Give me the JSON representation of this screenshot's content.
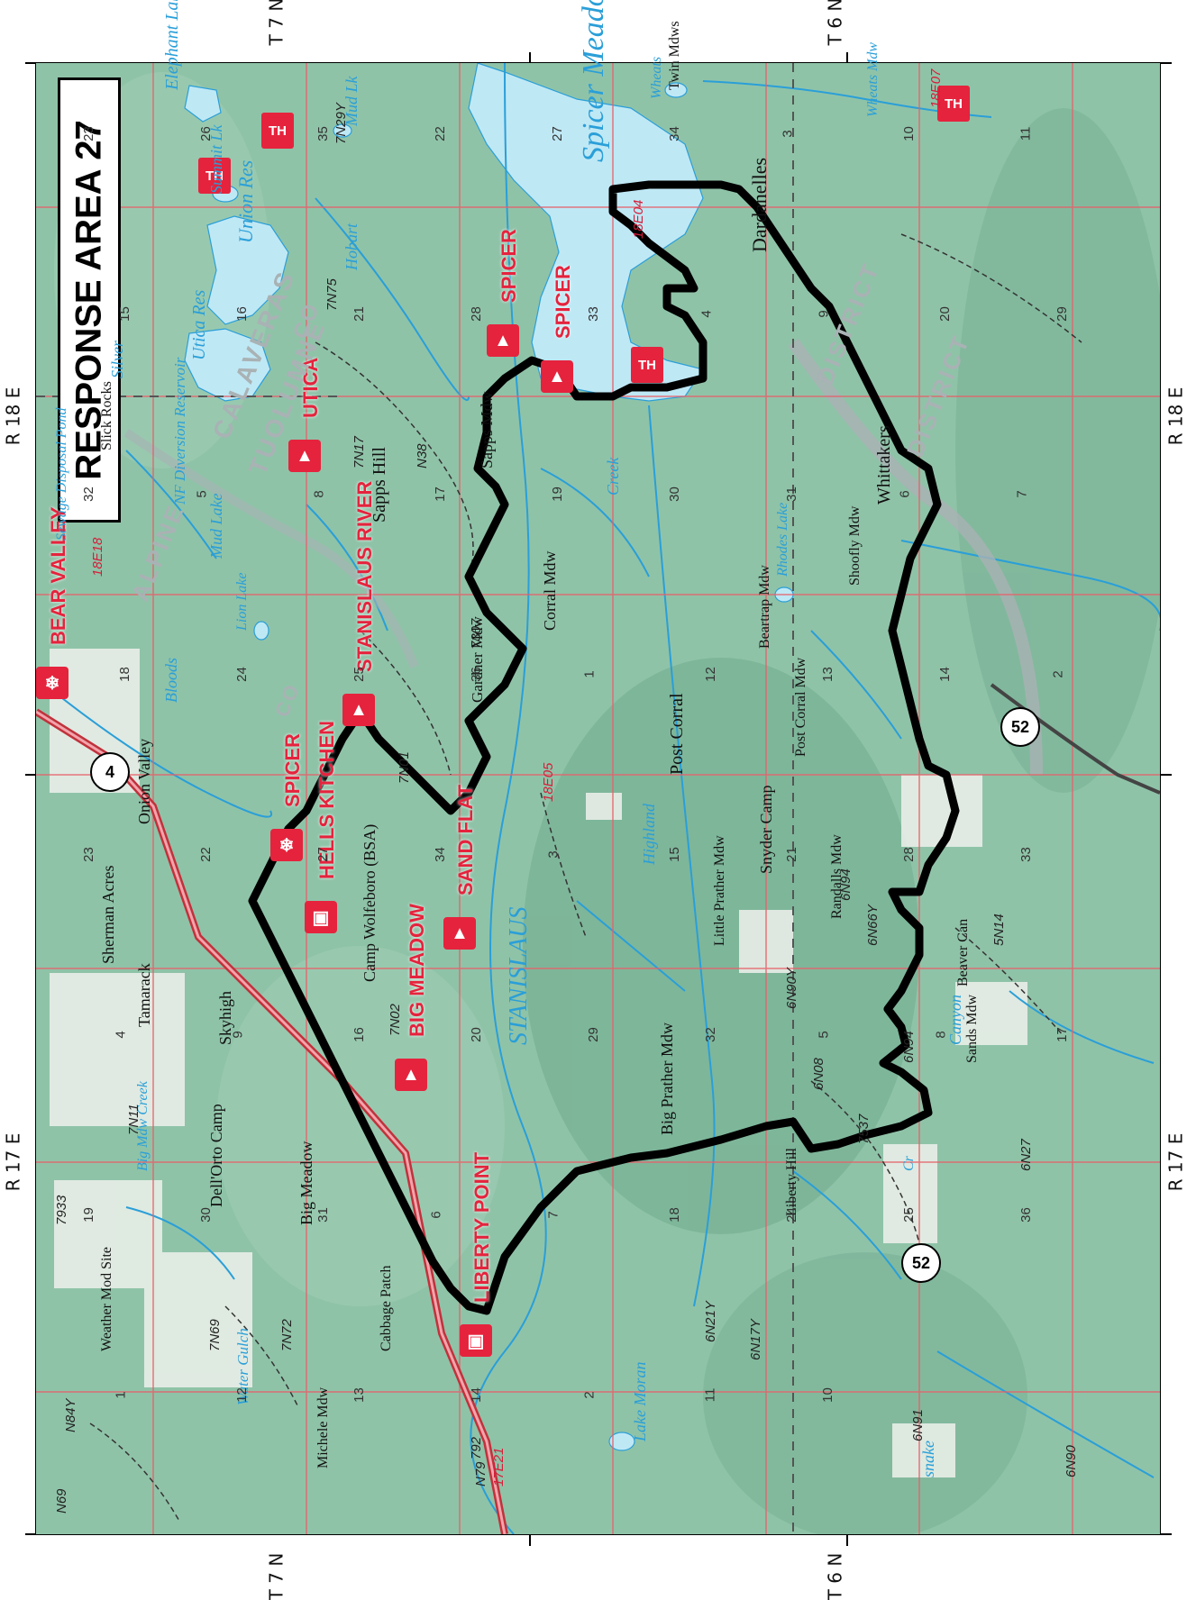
{
  "title": "RESPONSE AREA 27",
  "grid": {
    "top_left": "T 7 N",
    "top_right": "T 6 N",
    "bottom_left": "T 7 N",
    "bottom_right": "T 6 N",
    "left_top": "R 17 E",
    "left_bottom": "R 17 E",
    "right_top": "R 18 E",
    "right_bottom": "R 18 E"
  },
  "colors": {
    "terrain": "#8fc3a8",
    "water": "#bfe8f5",
    "stream": "#2a9fd8",
    "grid_line": "#e8606a",
    "boundary": "#000000",
    "highway": "#c0323c",
    "icon_red": "#e5233d",
    "road_label": "#d41e3a",
    "district": "#a9b2b4"
  },
  "facilities": [
    {
      "label": "SPICER",
      "icon": "campground-icon"
    },
    {
      "label": "SPICER",
      "icon": "campground-icon"
    },
    {
      "label": "UTICA",
      "icon": "campground-icon"
    },
    {
      "label": "STANISLAUS RIVER",
      "icon": "campground-icon"
    },
    {
      "label": "HELLS KITCHEN",
      "icon": "picnic-icon"
    },
    {
      "label": "SAND FLAT",
      "icon": "campground-icon"
    },
    {
      "label": "BIG MEADOW",
      "icon": "campground-icon"
    },
    {
      "label": "LIBERTY POINT",
      "icon": "picnic-icon"
    },
    {
      "label": "BEAR VALLEY",
      "icon": "ski-icon"
    },
    {
      "label": "SPICER",
      "icon": "ski-icon"
    }
  ],
  "trailheads": [
    "TH",
    "TH",
    "TH",
    "TH"
  ],
  "highways": [
    "4",
    "52",
    "52"
  ],
  "places": [
    "Spicer Meadow Res",
    "Union Res",
    "Utica Res",
    "Elephant Lake",
    "Summit Lk",
    "Mud Lk",
    "Mud Lake",
    "Lion Lake",
    "Rhodes Lake",
    "Lake Moran",
    "NF Diversion Reservoir",
    "Sewage Disposal Pond",
    "Slick Rocks",
    "Sapps Hill",
    "Sapps Mdw",
    "Corral Mdw",
    "Gardner Mdw",
    "Twin Mdws",
    "Wheats Mdw",
    "Beartrap Mdw",
    "Post Corral",
    "Post Corral Mdw",
    "Shoofly Mdw",
    "Snyder Camp",
    "Little Prather Mdw",
    "Randalls Mdw",
    "Big Prather Mdw",
    "Liberty Hill",
    "Camp Wolfeboro (BSA)",
    "Sherman Acres",
    "Tamarack",
    "Skyhigh",
    "Dell'Orto Camp",
    "Big Meadow",
    "Cabbage Patch",
    "Weather Mod Site",
    "Michele Mdw",
    "Sands Mdw",
    "Onion Valley",
    "Dardanelles",
    "Whittakers",
    "STANISLAUS",
    "Highland",
    "Creek",
    "Hobart",
    "Bloods",
    "Water Gulch",
    "Big Mdw Creek",
    "Beaver Can",
    "Canyon",
    "Wheats",
    "Silver",
    "Cr",
    "snake"
  ],
  "districts": [
    "ALPINE",
    "CALAVERAS",
    "TUOLUMNE",
    "CO",
    "CO",
    "DISTRICT",
    "DISTRICT"
  ],
  "roads": [
    "7N75",
    "7N17",
    "N38",
    "7N01",
    "7N29Y",
    "18E04",
    "18E05",
    "18E07",
    "18E18",
    "7N02",
    "7N11",
    "7N72",
    "7N69",
    "N84Y",
    "N69",
    "N79",
    "17E21",
    "6N94",
    "6N66Y",
    "6N90Y",
    "6N08",
    "6N21Y",
    "6N17Y",
    "6N91",
    "6N90",
    "6N27",
    "5N14",
    "6N94",
    "7307",
    "792",
    "7933",
    "7537"
  ],
  "sections": [
    "23",
    "26",
    "35",
    "22",
    "27",
    "34",
    "3",
    "10",
    "11",
    "15",
    "16",
    "21",
    "28",
    "33",
    "4",
    "9",
    "20",
    "29",
    "32",
    "5",
    "8",
    "17",
    "19",
    "30",
    "31",
    "6",
    "7",
    "18",
    "24",
    "25",
    "36",
    "1",
    "12",
    "13",
    "14",
    "2",
    "23",
    "22",
    "27",
    "34",
    "3",
    "15",
    "21",
    "28",
    "33",
    "4",
    "9",
    "16",
    "20",
    "29",
    "32",
    "5",
    "8",
    "17",
    "19",
    "30",
    "31",
    "6",
    "7",
    "18",
    "24",
    "25",
    "36",
    "1",
    "12",
    "13",
    "14",
    "2",
    "11",
    "10"
  ]
}
